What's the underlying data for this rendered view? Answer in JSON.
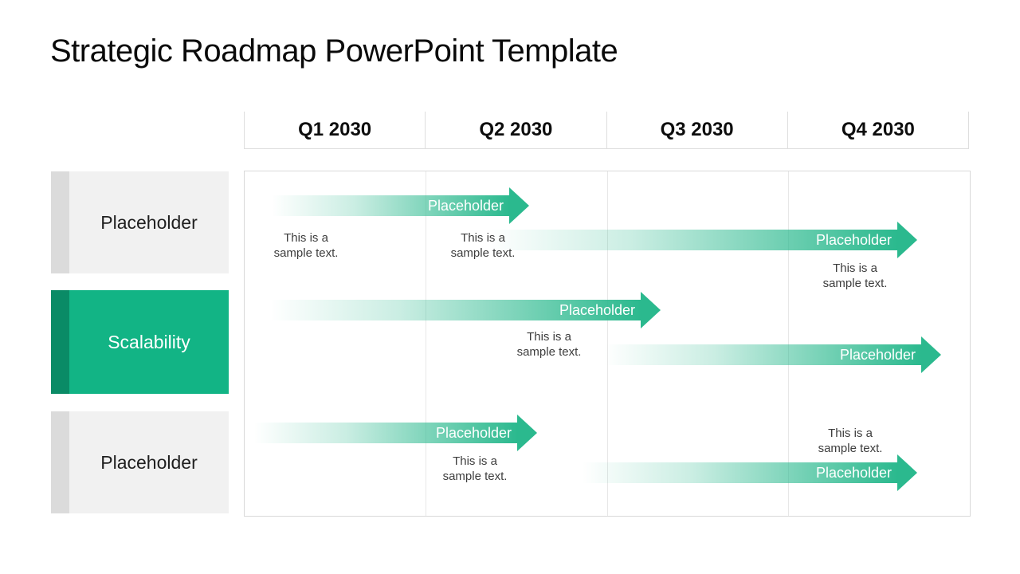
{
  "title": "Strategic Roadmap PowerPoint Template",
  "header": {
    "quarters": [
      "Q1 2030",
      "Q2 2030",
      "Q3 2030",
      "Q4 2030"
    ]
  },
  "rows": [
    {
      "label": "Placeholder",
      "variant": "gray"
    },
    {
      "label": "Scalability",
      "variant": "green"
    },
    {
      "label": "Placeholder",
      "variant": "gray"
    }
  ],
  "arrows": [
    {
      "row": "Placeholder",
      "quarter_end": "Q2 2030",
      "label": "Placeholder"
    },
    {
      "row": "Placeholder",
      "quarter_end": "Q4 2030",
      "label": "Placeholder"
    },
    {
      "row": "Scalability",
      "quarter_end": "Q3 2030",
      "label": "Placeholder"
    },
    {
      "row": "Scalability",
      "quarter_end": "Q4 2030",
      "label": "Placeholder"
    },
    {
      "row": "Placeholder",
      "quarter_end": "Q2 2030",
      "label": "Placeholder"
    },
    {
      "row": "Placeholder",
      "quarter_end": "Q4 2030",
      "label": "Placeholder"
    }
  ],
  "captions": [
    {
      "line1": "This is a",
      "line2": "sample text."
    },
    {
      "line1": "This is a",
      "line2": "sample text."
    },
    {
      "line1": "This is a",
      "line2": "sample text."
    },
    {
      "line1": "This is a",
      "line2": "sample text."
    },
    {
      "line1": "This is a",
      "line2": "sample text."
    },
    {
      "line1": "This is a",
      "line2": "sample text."
    }
  ],
  "colors": {
    "accent_green": "#12b485",
    "accent_green_dark": "#0a8b66",
    "arrow_green": "#2bb98e",
    "row_gray": "#f1f1f1",
    "row_gray_strip": "#dbdbdb",
    "grid_line": "#dedede",
    "caption_text": "#3d3d3d"
  }
}
